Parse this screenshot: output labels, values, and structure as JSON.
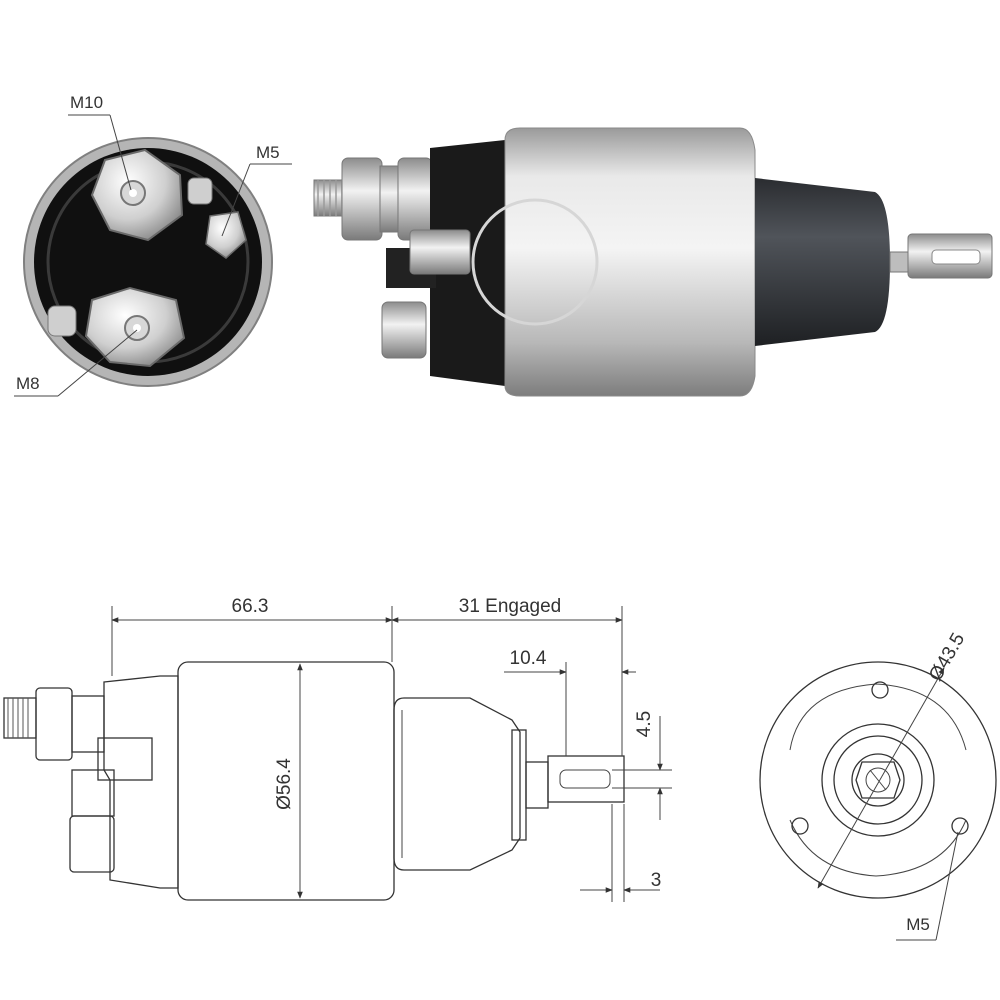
{
  "photos": {
    "front_view": {
      "labels": {
        "m10": "M10",
        "m5": "M5",
        "m8": "M8"
      }
    },
    "side_view": {}
  },
  "drawing": {
    "length_body": "66.3",
    "travel": "31 Engaged",
    "tab_offset": "10.4",
    "tab_hole": "4.5",
    "tab_thickness": "3",
    "body_diameter": "Ø56.4",
    "flange_diameter": "Ø43.5",
    "mount_thread": "M5"
  },
  "colors": {
    "ink": "#333333",
    "body_silver": "#c8c8c8",
    "cap_black": "#1a1a1a",
    "boot_dark": "#3a3d42"
  }
}
